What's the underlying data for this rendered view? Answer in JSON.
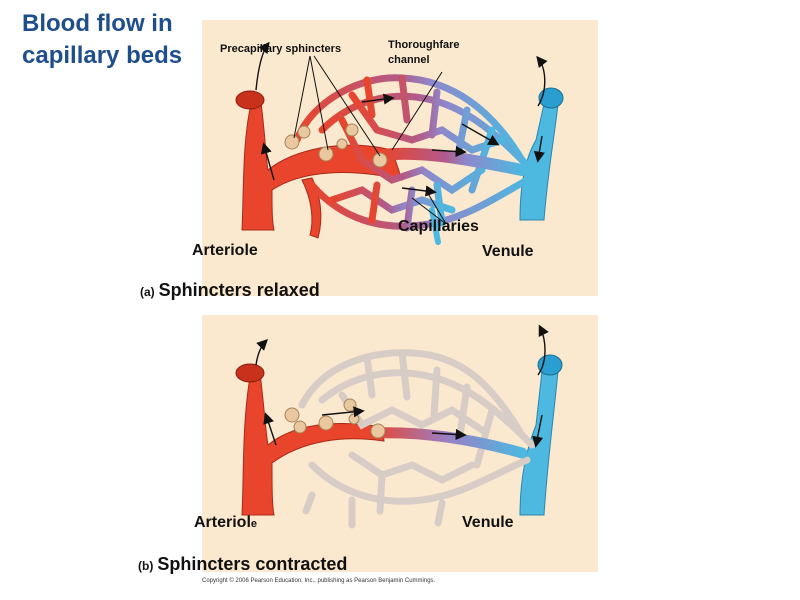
{
  "title": "Blood flow in capillary beds",
  "panel_a": {
    "caption_letter": "(a)",
    "caption_text": "Sphincters relaxed",
    "label_sphincters": "Precapillary sphincters",
    "label_thoroughfare": "Thoroughfare channel",
    "label_capillaries": "Capillaries",
    "label_arteriole": "Arteriole",
    "label_venule": "Venule"
  },
  "panel_b": {
    "caption_letter": "(b)",
    "caption_text": "Sphincters contracted",
    "label_arteriole": "Arteriol",
    "label_arteriole_tail": "e",
    "label_venule": "Venule"
  },
  "copyright": "Copyright © 2006 Pearson Education, Inc., publishing as Pearson Benjamin Cummings.",
  "colors": {
    "panel_bg": "#fbe9cf",
    "arteriole": "#e8452c",
    "venule": "#4db8e0",
    "capillary_mixed": "#9b7fc4",
    "capillary_empty": "#d8ccc6",
    "sphincter": "#e9c8a0",
    "title": "#1f4e8c"
  }
}
